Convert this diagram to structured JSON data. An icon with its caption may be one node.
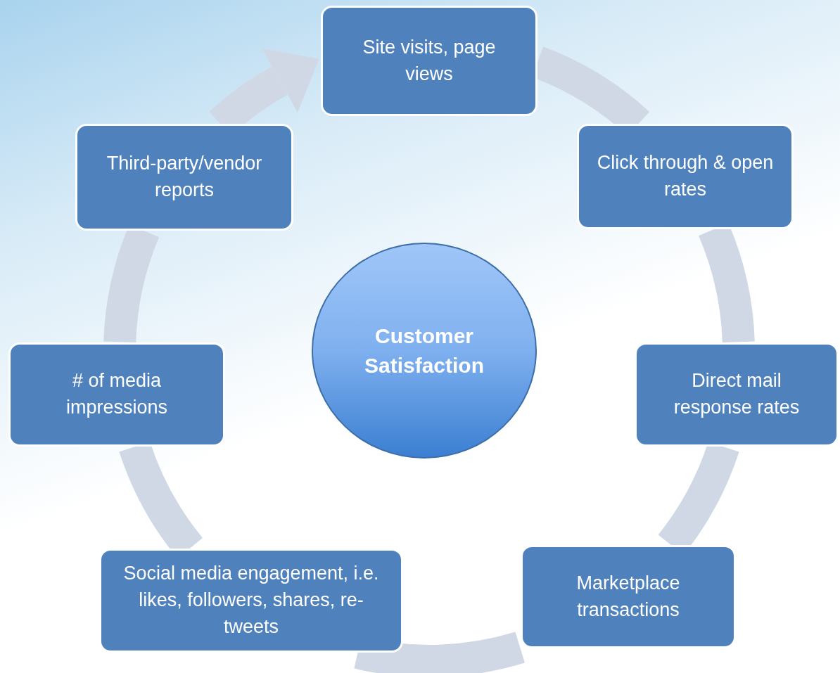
{
  "diagram": {
    "nodes": [
      {
        "text": [
          "Site visits, page views"
        ]
      },
      {
        "text": [
          "Click through & open rates"
        ]
      },
      {
        "text": [
          "Direct mail response rates"
        ]
      },
      {
        "text": [
          "Marketplace transactions"
        ]
      },
      {
        "text": [
          "Social media engagement, i.e. likes, followers, shares, re-tweets"
        ]
      },
      {
        "text": [
          "# of media impressions"
        ]
      },
      {
        "text": [
          "Third-party/vendor reports"
        ]
      },
      {
        "text": [
          "Customer Satisfaction"
        ]
      }
    ],
    "edges": [
      {
        "from": 0,
        "to": 1,
        "arrow": "none"
      },
      {
        "from": 1,
        "to": 2,
        "arrow": "none"
      },
      {
        "from": 2,
        "to": 3,
        "arrow": "none"
      },
      {
        "from": 3,
        "to": 4,
        "arrow": "none"
      },
      {
        "from": 4,
        "to": 5,
        "arrow": "none"
      },
      {
        "from": 5,
        "to": 6,
        "arrow": "none"
      },
      {
        "from": 6,
        "to": 0,
        "arrow": "to"
      }
    ]
  }
}
